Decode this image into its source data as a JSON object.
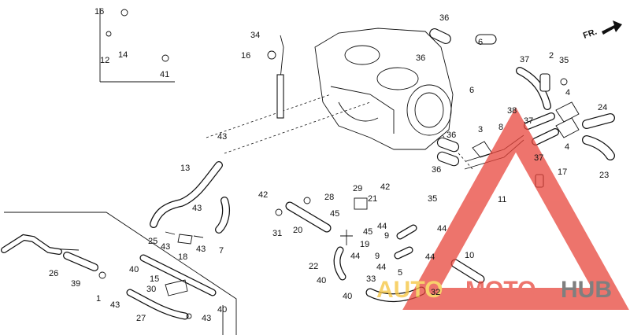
{
  "callouts": {
    "c16a": "16",
    "c14": "14",
    "c12": "12",
    "c41": "41",
    "c34": "34",
    "c16b": "16",
    "c36a": "36",
    "c36b": "36",
    "c6a": "6",
    "c6b": "6",
    "c2": "2",
    "c35a": "35",
    "c37a": "37",
    "c38": "38",
    "c4a": "4",
    "c4b": "4",
    "c24": "24",
    "c23": "23",
    "c37b": "37",
    "c3": "3",
    "c8": "8",
    "c36c": "36",
    "c36d": "36",
    "c35b": "35",
    "c37c": "37",
    "c17": "17",
    "c11": "11",
    "c43a": "43",
    "c13": "13",
    "c43b": "43",
    "c7": "7",
    "c25": "25",
    "c43c": "43",
    "c18": "18",
    "c43d": "43",
    "c42a": "42",
    "c28": "28",
    "c29": "29",
    "c42b": "42",
    "c21": "21",
    "c31": "31",
    "c20": "20",
    "c45a": "45",
    "c45b": "45",
    "c44a": "44",
    "c19": "19",
    "c9a": "9",
    "c44b": "44",
    "c22": "22",
    "c44c": "44",
    "c9b": "9",
    "c44d": "44",
    "c44e": "44",
    "c5": "5",
    "c10": "10",
    "c40a": "40",
    "c33": "33",
    "c40b": "40",
    "c32": "32",
    "c26": "26",
    "c39": "39",
    "c40c": "40",
    "c15": "15",
    "c30": "30",
    "c1": "1",
    "c43e": "43",
    "c27": "27",
    "c40d": "40",
    "c43f": "43"
  },
  "direction_marker": "FR.",
  "watermark": {
    "word1": "AUTO",
    "word2": "MOTO",
    "word3": "HUB"
  },
  "colors": {
    "line": "#111111",
    "logo_red": "#e8463c",
    "logo_yellow": "#f5c33b",
    "logo_gray": "#555555"
  }
}
